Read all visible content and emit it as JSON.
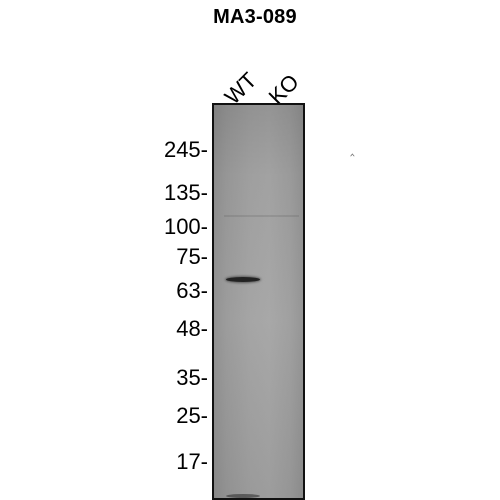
{
  "title": "MA3-089",
  "lanes": [
    "WT",
    "KO"
  ],
  "markers": [
    "245-",
    "135-",
    "100-",
    "75-",
    "63-",
    "48-",
    "35-",
    "25-",
    "17-"
  ],
  "stray_mark": "‸"
}
